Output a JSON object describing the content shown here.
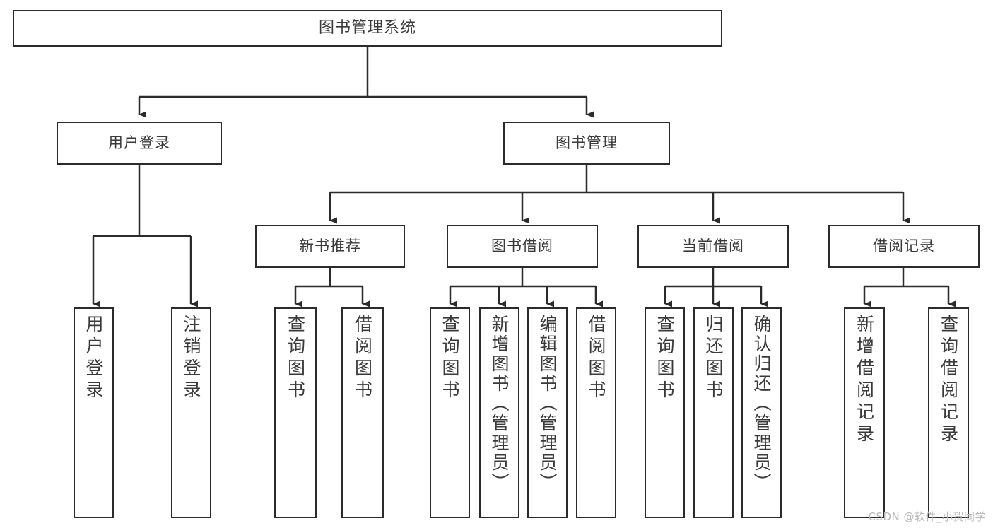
{
  "diagram": {
    "type": "tree-hierarchy",
    "title": "图书管理系统",
    "orientation": "top-down",
    "colors": {
      "box_border": "#2b2b2b",
      "box_fill": "#ffffff",
      "text": "#3a3a3a",
      "connector": "#2b2b2b",
      "watermark": "#b9b9b9"
    }
  },
  "nodes": {
    "root": {
      "label": "图书管理系统"
    },
    "level2": [
      {
        "id": "user-login",
        "label": "用户登录"
      },
      {
        "id": "book-manage",
        "label": "图书管理"
      }
    ],
    "level3": [
      {
        "id": "new-book-rec",
        "label": "新书推荐"
      },
      {
        "id": "book-borrow",
        "label": "图书借阅"
      },
      {
        "id": "current-borrow",
        "label": "当前借阅"
      },
      {
        "id": "borrow-record",
        "label": "借阅记录"
      }
    ],
    "leaves": {
      "user_login": [
        {
          "id": "leaf-user-login",
          "label": "用户登录"
        },
        {
          "id": "leaf-logout-login",
          "label": "注销登录"
        }
      ],
      "new_book_rec": [
        {
          "id": "leaf-query-book-1",
          "label": "查询图书"
        },
        {
          "id": "leaf-borrow-book-1",
          "label": "借阅图书"
        }
      ],
      "book_borrow": [
        {
          "id": "leaf-query-book-2",
          "label": "查询图书"
        },
        {
          "id": "leaf-add-book",
          "label": "新增图书（管理员）"
        },
        {
          "id": "leaf-edit-book",
          "label": "编辑图书（管理员）"
        },
        {
          "id": "leaf-borrow-book-2",
          "label": "借阅图书"
        }
      ],
      "current_borrow": [
        {
          "id": "leaf-query-book-3",
          "label": "查询图书"
        },
        {
          "id": "leaf-return-book",
          "label": "归还图书"
        },
        {
          "id": "leaf-confirm-return",
          "label": "确认归还（管理员）"
        }
      ],
      "borrow_record": [
        {
          "id": "leaf-add-record",
          "label": "新增借阅记录"
        },
        {
          "id": "leaf-query-record",
          "label": "查询借阅记录"
        }
      ]
    }
  },
  "watermark": {
    "text": "CSDN @软件_小贺同学"
  }
}
